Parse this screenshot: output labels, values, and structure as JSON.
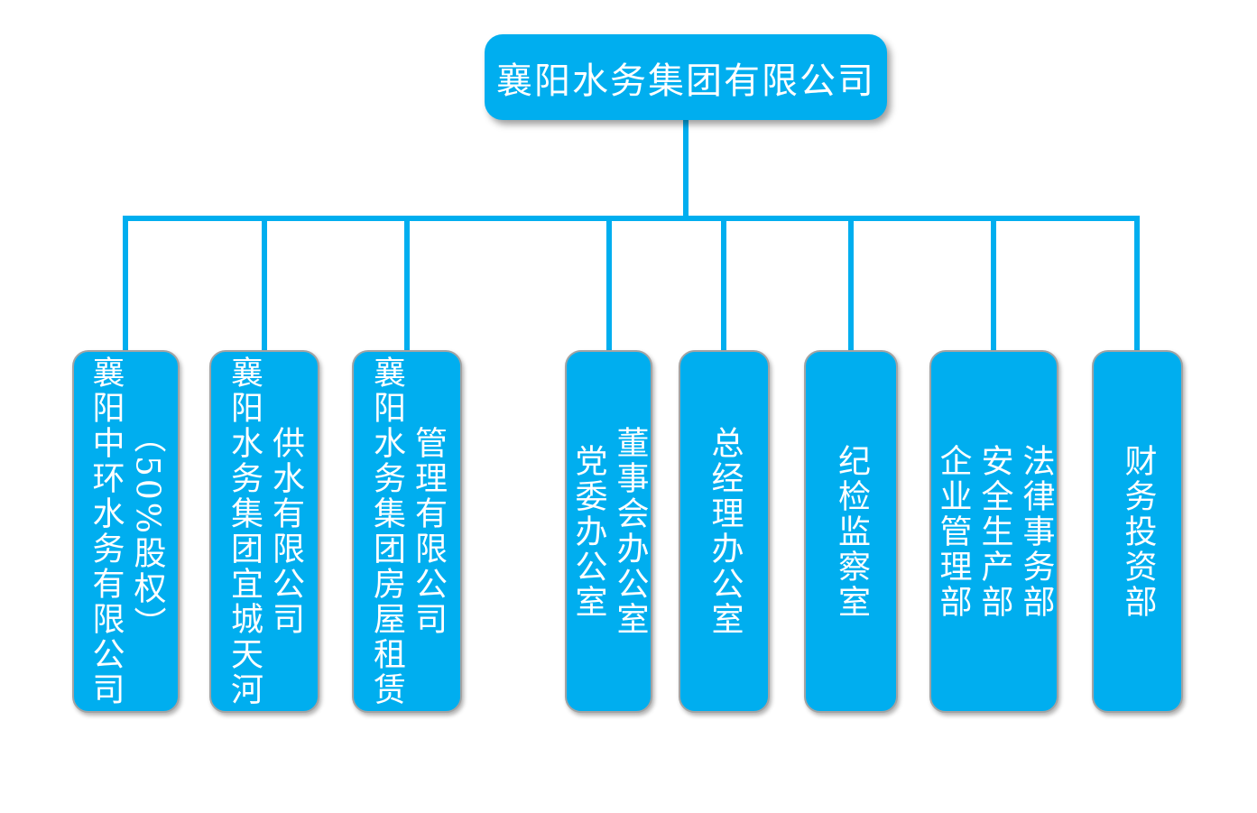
{
  "root": {
    "label": "襄阳水务集团有限公司"
  },
  "children": [
    {
      "lines": [
        "襄阳中环水务有限公司",
        "（50%股权）"
      ]
    },
    {
      "lines": [
        "襄阳水务集团宜城天河",
        "供水有限公司"
      ]
    },
    {
      "lines": [
        "襄阳水务集团房屋租赁",
        "管理有限公司"
      ]
    },
    {
      "lines": [
        "党委办公室",
        "董事会办公室"
      ]
    },
    {
      "lines": [
        "总经理办公室"
      ]
    },
    {
      "lines": [
        "纪检监察室"
      ]
    },
    {
      "lines": [
        "企业管理部",
        "安全生产部",
        "法律事务部"
      ]
    },
    {
      "lines": [
        "财务投资部"
      ]
    }
  ],
  "colors": {
    "accent": "#00aeef",
    "node_fill": "#00aeef",
    "connector": "#00aeef",
    "child_border": "#a3a3a3",
    "text": "#ffffff",
    "background": "#ffffff"
  }
}
